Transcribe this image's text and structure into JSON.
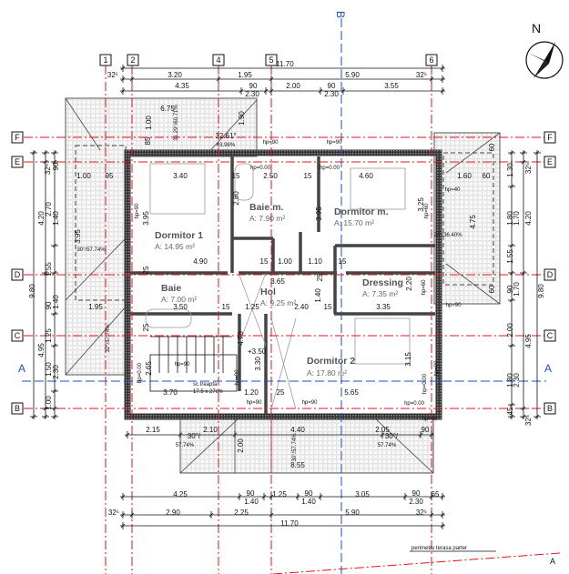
{
  "colors": {
    "grid": "#e0141e",
    "section": "#1f4fc0",
    "wall": "#222222",
    "roof": "#d8d8d8"
  },
  "north": "N",
  "axes": {
    "vertical": [
      "1",
      "2",
      "4",
      "5",
      "6"
    ],
    "horizontal": [
      "F",
      "E",
      "D",
      "C",
      "B"
    ],
    "section_a": "A",
    "section_b": "B"
  },
  "rooms": [
    {
      "name": "Dormitor 1",
      "area": "A: 14.95 m²"
    },
    {
      "name": "Baie m.",
      "area": "A: 7.90 m²"
    },
    {
      "name": "Dormitor m.",
      "area": "A: 15.70 m²"
    },
    {
      "name": "Baie",
      "area": "A: 7.00 m²"
    },
    {
      "name": "Hol",
      "area": "A: 9.25 m²"
    },
    {
      "name": "Dressing",
      "area": "A: 7.35 m²"
    },
    {
      "name": "Dormitor 2",
      "area": "A: 17.80 m²"
    }
  ],
  "stair": {
    "label": "sc.treapta",
    "size": "17.5 x 27cm"
  },
  "level": "+3.50",
  "terrace_note": "perimetru terasa parter",
  "dimensions": [
    "11.70",
    "32⁵",
    "3.20",
    "1.95",
    "5.90",
    "32⁵",
    "4.35",
    "90",
    "2.30",
    "2.00",
    "90",
    "2.30",
    "3.55",
    "6.75",
    "1.00",
    "85",
    "31.29°/60.71%",
    "1.90",
    "32.61°",
    "63.98%",
    "hp=90",
    "hp=90",
    "1.00",
    "95",
    "3.95",
    "30°/57.74%",
    "1.95",
    "32°/57.74%",
    "3.40",
    "15",
    "2.50",
    "15",
    "4.60",
    "hp=0.00",
    "hp=0.00",
    "3.95",
    "hp=90",
    "2.80",
    "3.95",
    "3.25",
    "hp=60",
    "4.90",
    "15",
    "1.00",
    "1.10",
    "15",
    "25",
    "3.65",
    "2.20",
    "hp=60",
    "1.40",
    "25",
    "3.50",
    "15",
    "1.25",
    "2.40",
    "15",
    "3.35",
    "25",
    "4.70",
    "3.30",
    "3.15",
    "hp=0.00",
    "2.65",
    "hp=90",
    "hp=90",
    "hp=0.00",
    "hp=90",
    "3.70",
    "1.20",
    "25",
    "5.65",
    "hp=90",
    "hp=90",
    "hp=0.00",
    "hp=90",
    "2.15",
    "2.10",
    "4.40",
    "2.05",
    "90",
    "30°/",
    "57.74%",
    "2.00",
    "30°/57.74%",
    "8.55",
    "30°/",
    "57.74%",
    "4.25",
    "90",
    "1.40",
    "1.25",
    "90",
    "1.40",
    "3.05",
    "90",
    "2.30",
    "65",
    "32⁵",
    "2.90",
    "2.25",
    "5.90",
    "32⁵",
    "11.70",
    "9.80",
    "4.20",
    "4.95",
    "32⁵",
    "2.70",
    "1.55",
    "90",
    "1.25",
    "1.50",
    "1.00",
    "90",
    "1.40",
    "1.40",
    "2.30",
    "1.30",
    "1.80",
    "1.70",
    "4.20",
    "1.55",
    "90",
    "1.70",
    "9.80",
    "2.00",
    "4.95",
    "1.80",
    "2.30",
    "45",
    "32⁵",
    "32⁵",
    "1.60",
    "60",
    "4.75",
    "20°/36.40%",
    "60",
    "60",
    "hp=40",
    "hp=90"
  ]
}
